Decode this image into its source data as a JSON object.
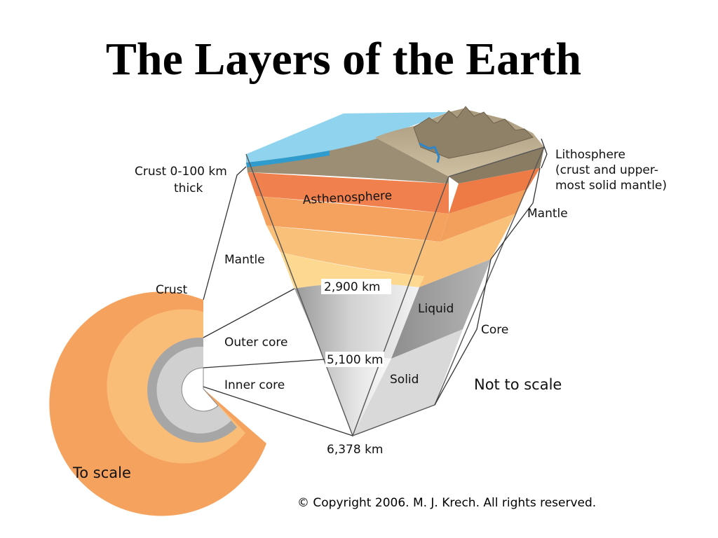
{
  "title": "The Layers of the Earth",
  "labels": {
    "crust_thickness_line1": "Crust 0-100 km",
    "crust_thickness_line2": "thick",
    "lithosphere_line1": "Lithosphere",
    "lithosphere_line2": "(crust and upper-",
    "lithosphere_line3": "most solid mantle)",
    "asthenosphere": "Asthenosphere",
    "mantle_right": "Mantle",
    "mantle_left": "Mantle",
    "crust": "Crust",
    "depth_2900": "2,900 km",
    "liquid": "Liquid",
    "core": "Core",
    "outer_core": "Outer core",
    "depth_5100": "5,100 km",
    "solid": "Solid",
    "not_to_scale": "Not to scale",
    "inner_core": "Inner core",
    "depth_6378": "6,378 km",
    "to_scale": "To scale"
  },
  "copyright": "© Copyright 2006.  M. J. Krech. All rights reserved.",
  "colors": {
    "ocean": "#8fd3ee",
    "crust_land": "#b3a186",
    "asthenosphere": "#f0804d",
    "upper_mantle": "#f5a25f",
    "mid_mantle": "#f9c07a",
    "lower_mantle": "#fcd890",
    "outer_core": "#b9b9b9",
    "inner_core": "#e6e6e6"
  }
}
